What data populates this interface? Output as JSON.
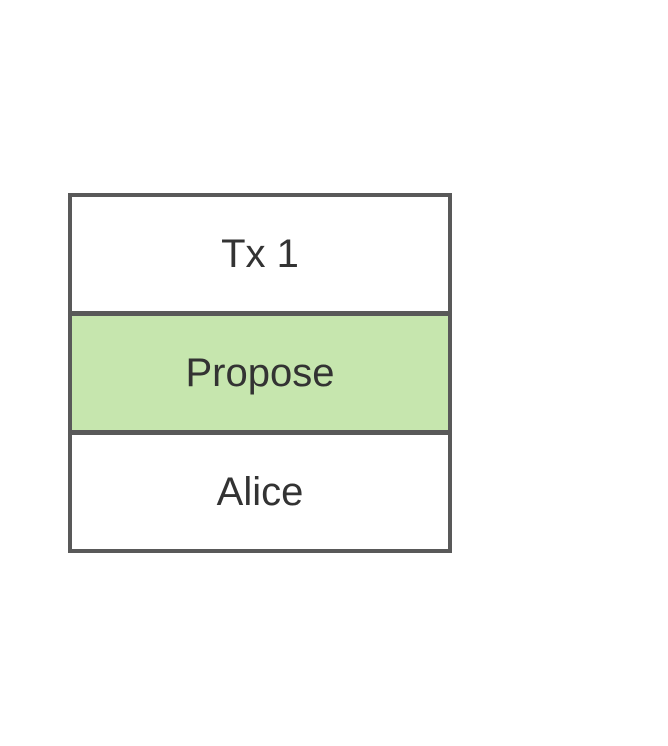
{
  "diagram": {
    "rows": [
      {
        "label": "Tx 1"
      },
      {
        "label": "Propose"
      },
      {
        "label": "Alice"
      }
    ]
  },
  "colors": {
    "border": "#595959",
    "text": "#333333",
    "highlight": "#c6e6ae",
    "background": "#ffffff"
  }
}
